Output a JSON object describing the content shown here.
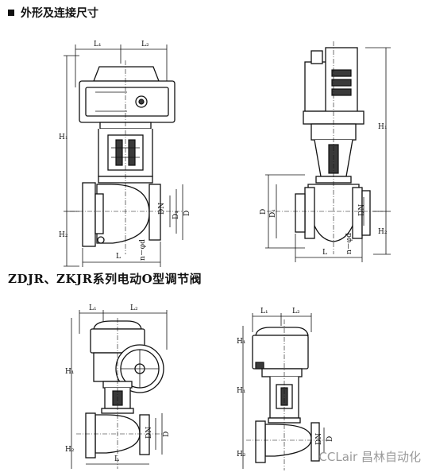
{
  "header": {
    "title": "外形及连接尺寸"
  },
  "series": {
    "title": "ZDJR、ZKJR系列电动O型调节阀"
  },
  "watermark": {
    "text": "CCLair 昌林自动化"
  },
  "labels": {
    "L1": "L₁",
    "L2": "L₂",
    "H1": "H₁",
    "H2": "H₂",
    "L": "L",
    "D": "D",
    "D1": "D₁",
    "DN": "DN",
    "nd": "n－φd"
  }
}
